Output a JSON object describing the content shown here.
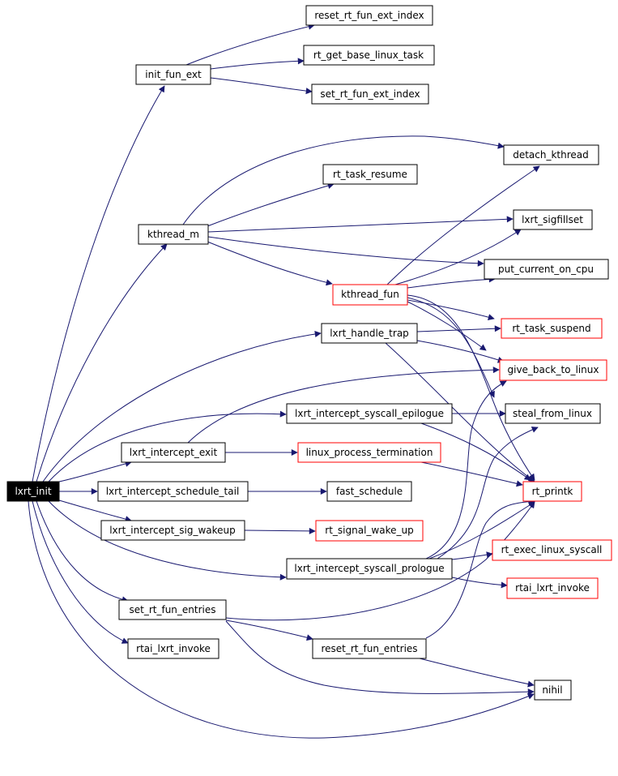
{
  "colors": {
    "edge": "#191970",
    "root_fill": "#000000",
    "root_text": "#ffffff",
    "node_fill": "#ffffff",
    "node_border": "#000000",
    "node_text": "#000000",
    "flagged_border": "#ff0000"
  },
  "nodes": {
    "lxrt_init": "lxrt_init",
    "init_fun_ext": "init_fun_ext",
    "reset_rt_fun_ext_index": "reset_rt_fun_ext_index",
    "rt_get_base_linux_task": "rt_get_base_linux_task",
    "set_rt_fun_ext_index": "set_rt_fun_ext_index",
    "detach_kthread": "detach_kthread",
    "rt_task_resume": "rt_task_resume",
    "kthread_m": "kthread_m",
    "lxrt_sigfillset": "lxrt_sigfillset",
    "put_current_on_cpu": "put_current_on_cpu",
    "kthread_fun": "kthread_fun",
    "rt_task_suspend": "rt_task_suspend",
    "lxrt_handle_trap": "lxrt_handle_trap",
    "give_back_to_linux": "give_back_to_linux",
    "lxrt_intercept_syscall_epilogue": "lxrt_intercept_syscall_epilogue",
    "steal_from_linux": "steal_from_linux",
    "lxrt_intercept_exit": "lxrt_intercept_exit",
    "linux_process_termination": "linux_process_termination",
    "lxrt_intercept_schedule_tail": "lxrt_intercept_schedule_tail",
    "fast_schedule": "fast_schedule",
    "rt_printk": "rt_printk",
    "lxrt_intercept_sig_wakeup": "lxrt_intercept_sig_wakeup",
    "rt_signal_wake_up": "rt_signal_wake_up",
    "rt_exec_linux_syscall": "rt_exec_linux_syscall",
    "lxrt_intercept_syscall_prologue": "lxrt_intercept_syscall_prologue",
    "rtai_lxrt_invoke_right": "rtai_lxrt_invoke",
    "set_rt_fun_entries": "set_rt_fun_entries",
    "reset_rt_fun_entries": "reset_rt_fun_entries",
    "rtai_lxrt_invoke_left": "rtai_lxrt_invoke",
    "nihil": "nihil"
  }
}
